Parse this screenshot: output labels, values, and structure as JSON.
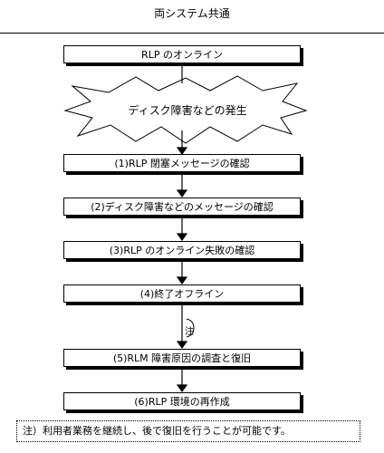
{
  "title": "両システム共通",
  "steps": [
    "RLP のオンライン",
    "ディスク障害などの発生",
    "(1)RLP 閉塞メッセージの確認",
    "(2)ディスク障害などのメッセージの確認",
    "(3)RLP のオンライン失敗の確認",
    "(4)終了オフライン",
    "(5)RLM 障害原因の調査と復旧",
    "(6)RLP 環境の再作成"
  ],
  "note_marker": "注",
  "footnote": "注）利用者業務を継続し、後で復旧を行うことが可能です。"
}
